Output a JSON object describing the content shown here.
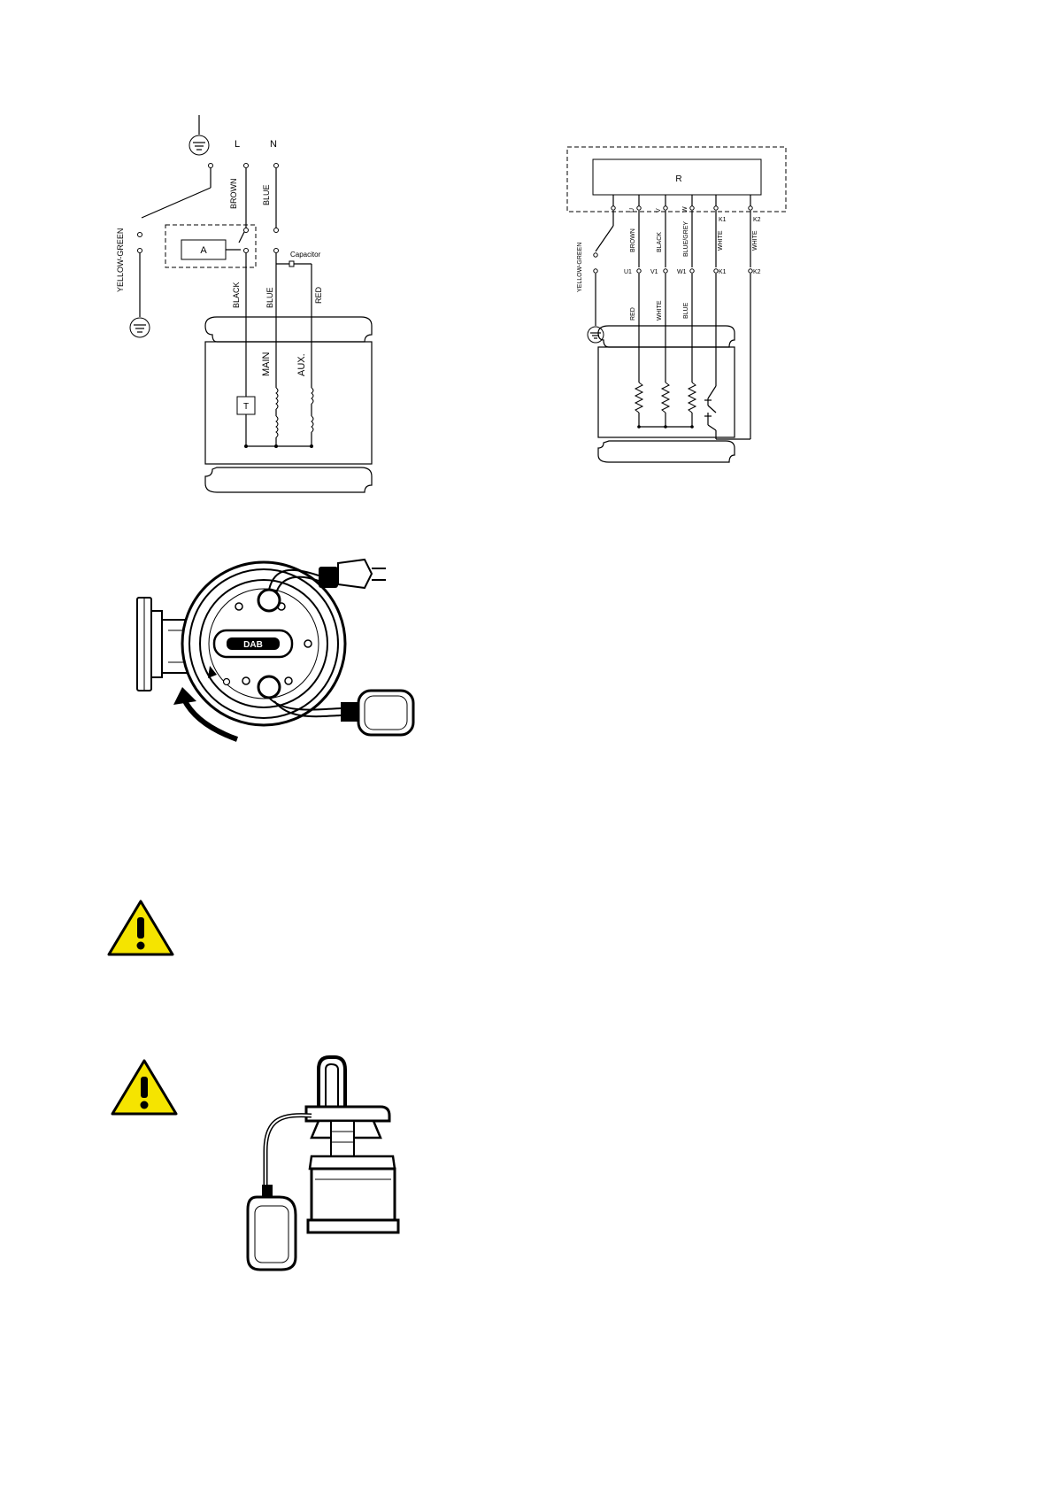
{
  "single_phase": {
    "supply_labels": [
      "L",
      "N"
    ],
    "wire_labels": {
      "ground": "YELLOW-GREEN",
      "line_in": "BROWN",
      "neutral_in": "BLUE",
      "line_out": "BLACK",
      "neutral_out": "BLUE",
      "aux": "RED"
    },
    "box_label": "A",
    "capacitor_label": "Capacitor",
    "thermal_label": "T",
    "winding_main": "MAIN",
    "winding_aux": "AUX."
  },
  "three_phase": {
    "box_label": "R",
    "top_terminals": [
      "U",
      "V",
      "W",
      "K1",
      "K2"
    ],
    "top_wires": [
      "BROWN",
      "BLACK",
      "BLUE/GREY",
      "WHITE",
      "WHITE"
    ],
    "ground": "YELLOW-GREEN",
    "bottom_terminals": [
      "U1",
      "V1",
      "W1",
      "K1",
      "K2"
    ],
    "motor_wires": [
      "RED",
      "WHITE",
      "BLUE"
    ]
  },
  "pump_logo": "DAB",
  "colors": {
    "warning": "#f5e400",
    "line": "#000000"
  },
  "icons": [
    "warning-icon",
    "warning-icon"
  ]
}
